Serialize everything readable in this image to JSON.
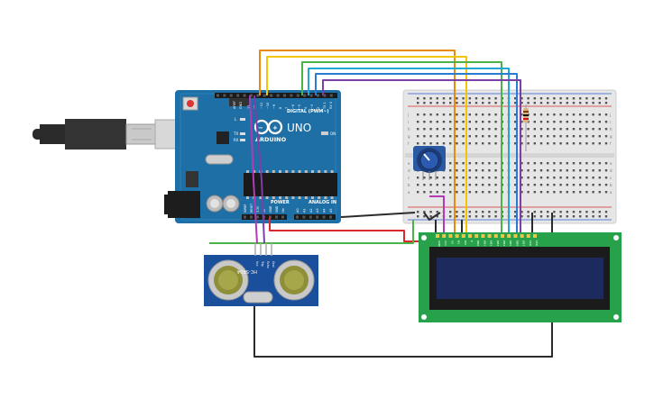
{
  "arduino": {
    "logo_text": "ARDUINO",
    "model": "UNO",
    "digital_label": "DIGITAL (PWM~)",
    "power_label": "POWER",
    "analog_label": "ANALOG IN",
    "on_label": "ON",
    "tx_label": "TX",
    "rx_label": "RX",
    "l_label": "L",
    "aref_label": "AREF",
    "gnd_label": "GND",
    "digital_pins": [
      "13",
      "12",
      "~11",
      "~10",
      "~9",
      "8",
      "7",
      "~6",
      "~5",
      "4",
      "~3",
      "2",
      "TX 1",
      "RX 0"
    ],
    "power_pins": [
      "IOREF",
      "RESET",
      "3.3V",
      "5V",
      "GND",
      "GND",
      "Vin"
    ],
    "analog_pins": [
      "A0",
      "A1",
      "A2",
      "A3",
      "A4",
      "A5"
    ]
  },
  "sensor": {
    "model_text": "HC-SR04",
    "pins": [
      "Vcc",
      "Trig",
      "Echo",
      "Gnd"
    ]
  },
  "lcd": {
    "pins": [
      "GND",
      "VCC",
      "V0",
      "RS",
      "RW",
      "E",
      "DB0",
      "DB1",
      "DB2",
      "DB3",
      "DB4",
      "DB5",
      "DB6",
      "DB7",
      "LED",
      "LED"
    ]
  },
  "breadboard": {
    "row_letters": [
      "j",
      "i",
      "h",
      "g",
      "f",
      "e",
      "d",
      "c",
      "b",
      "a"
    ]
  },
  "colors": {
    "board_blue": "#1d6fa5",
    "breadboard": "#e6e6e6",
    "lcd_pcb": "#27a24a",
    "lcd_screen": "#1c2a5e",
    "sensor_pcb": "#1a4f9c",
    "wire_orange": "#e88a0c",
    "wire_yellow": "#f2c600",
    "wire_green": "#4cb34a",
    "wire_cyan": "#21a7d6",
    "wire_blue": "#2a7bd2",
    "wire_purple": "#7d3fa6",
    "wire_red": "#d82a2a",
    "wire_black": "#2b2b2b",
    "wire_magenta": "#b43ab5"
  }
}
